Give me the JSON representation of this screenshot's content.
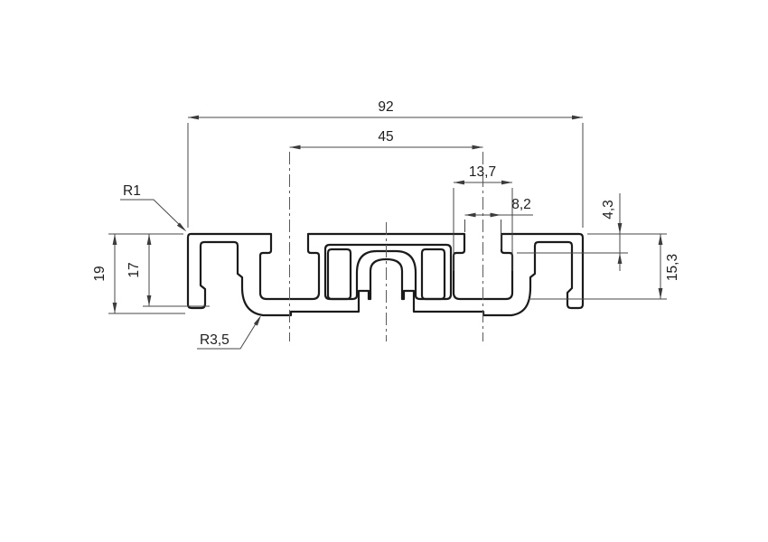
{
  "drawing": {
    "type": "technical-drawing",
    "subject": "aluminium-extrusion-profile-cross-section",
    "dimensions": {
      "overall_width": "92",
      "slot_spacing": "45",
      "slot_inner_width": "13,7",
      "slot_opening_width": "8,2",
      "lip_thickness": "4,3",
      "slot_depth": "15,3",
      "overall_height": "19",
      "inner_height": "17",
      "radius_top_corner": "R1",
      "radius_bottom_corner": "R3,5"
    },
    "colors": {
      "profile_line": "#1b1b1b",
      "dimension_line": "#474747",
      "background": "#ffffff"
    }
  }
}
